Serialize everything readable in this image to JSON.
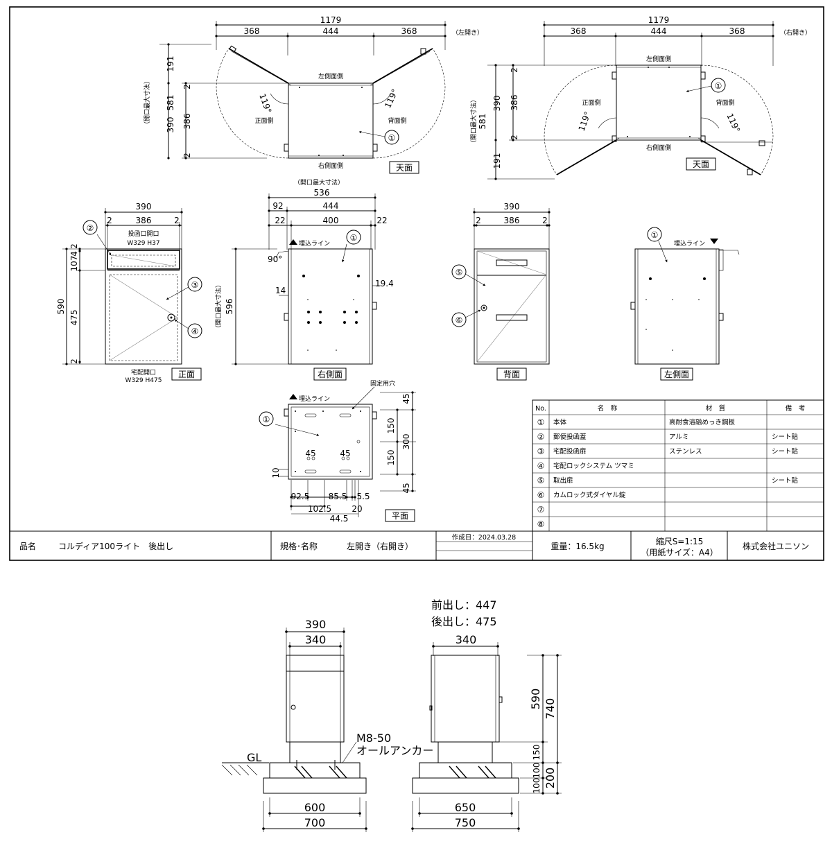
{
  "top_view": {
    "left": {
      "open_label": "（左開き）",
      "total": "1179",
      "seg_a": "368",
      "seg_b": "444",
      "seg_c": "368",
      "h_191": "191",
      "h_2a": "2",
      "h_390": "390",
      "h_386": "386",
      "h_581": "581",
      "h_2b": "2",
      "max_open_note": "（開口最大寸法）",
      "angle_a": "119°",
      "angle_b": "119°",
      "side_left": "左側面側",
      "side_right": "右側面側",
      "side_front": "正面側",
      "side_back": "背面側"
    },
    "right": {
      "open_label": "（右開き）",
      "total": "1179",
      "seg_a": "368",
      "seg_b": "444",
      "seg_c": "368",
      "h_2a": "2",
      "h_390": "390",
      "h_386": "386",
      "h_581": "581",
      "h_2b": "2",
      "h_191": "191",
      "max_open_note": "（開口最大寸法）",
      "angle_a": "119°",
      "angle_b": "119°",
      "side_left": "左側面側",
      "side_right": "右側面側",
      "side_front": "正面側",
      "side_back": "背面側"
    },
    "tag": "天面"
  },
  "front_view": {
    "w390": "390",
    "w2a": "2",
    "w386": "386",
    "w2b": "2",
    "slot_label": "投函口開口",
    "slot_size": "W329 H37",
    "h2a": "2",
    "h4": "4",
    "h107": "107",
    "h590": "590",
    "h475": "475",
    "h2b": "2",
    "delivery_label": "宅配開口",
    "delivery_size": "W329 H475",
    "tag": "正面"
  },
  "right_side_view": {
    "max_open_note": "（開口最大寸法）",
    "w536": "536",
    "w92": "92",
    "w444": "444",
    "w22a": "22",
    "w400": "400",
    "w22b": "22",
    "bury_line": "埋込ライン",
    "angle90": "90°",
    "h14": "14",
    "h19_4": "19.4",
    "h596": "596",
    "tag": "右側面"
  },
  "back_view": {
    "w390": "390",
    "w2a": "2",
    "w386": "386",
    "w2b": "2",
    "tag": "背面"
  },
  "left_side_view": {
    "bury_line": "埋込ライン",
    "tag": "左側面"
  },
  "plan_view": {
    "fix_hole": "固定用穴",
    "bury_line": "埋込ライン",
    "d45a": "45",
    "d150a": "150",
    "d300": "300",
    "d150b": "150",
    "d45b": "45",
    "d45c": "45",
    "d45d": "45",
    "d10": "10",
    "d92_5": "92.5",
    "d85_5": "85.5",
    "d5_5": "5.5",
    "d102_5": "102.5",
    "d20": "20",
    "d44_5": "44.5",
    "tag": "平面"
  },
  "balloons": [
    "①",
    "②",
    "③",
    "④",
    "⑤",
    "⑥"
  ],
  "parts_table": {
    "headers": [
      "No.",
      "名　称",
      "材　質",
      "備　考"
    ],
    "rows": [
      {
        "no": "①",
        "name": "本体",
        "material": "高耐食溶融めっき鋼板",
        "note": ""
      },
      {
        "no": "②",
        "name": "郵便投函蓋",
        "material": "アルミ",
        "note": "シート貼"
      },
      {
        "no": "③",
        "name": "宅配投函扉",
        "material": "ステンレス",
        "note": "シート貼"
      },
      {
        "no": "④",
        "name": "宅配ロックシステム ツマミ",
        "material": "",
        "note": ""
      },
      {
        "no": "⑤",
        "name": "取出扉",
        "material": "",
        "note": "シート貼"
      },
      {
        "no": "⑥",
        "name": "カムロック式ダイヤル錠",
        "material": "",
        "note": ""
      },
      {
        "no": "⑦",
        "name": "",
        "material": "",
        "note": ""
      },
      {
        "no": "⑧",
        "name": "",
        "material": "",
        "note": ""
      }
    ]
  },
  "title_block": {
    "product_label": "品名",
    "product_name": "コルディア100ライト　後出し",
    "spec_label": "規格･名称",
    "spec_value": "左開き（右開き）",
    "created": "作成日：2024.03.28",
    "weight": "重量：16.5kg",
    "scale": "縮尺S=1:15",
    "paper": "（用紙サイズ：A4）",
    "company": "株式会社ユニソン"
  },
  "install": {
    "w390": "390",
    "w340a": "340",
    "w340b": "340",
    "front_out": "前出し：447",
    "back_out": "後出し：475",
    "gl": "GL",
    "anchor_a": "M8-50",
    "anchor_b": "オールアンカー",
    "w600": "600",
    "w700": "700",
    "w650": "650",
    "w750": "750",
    "h590": "590",
    "h740": "740",
    "h150": "150",
    "h100a": "100",
    "h100b": "100",
    "h200": "200"
  }
}
